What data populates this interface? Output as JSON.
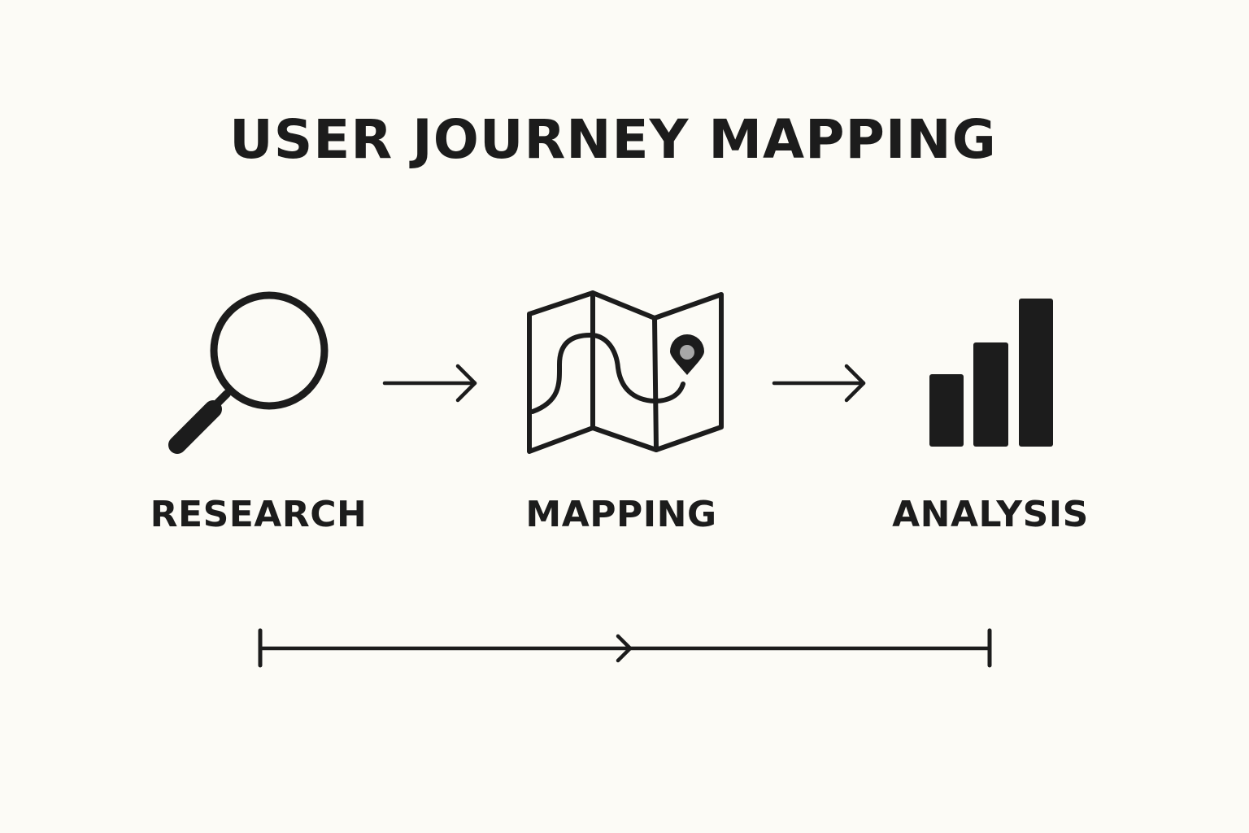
{
  "title": "USER JOURNEY MAPPING",
  "steps": [
    {
      "label": "RESEARCH",
      "icon": "magnifying-glass-icon"
    },
    {
      "label": "MAPPING",
      "icon": "folded-map-icon"
    },
    {
      "label": "ANALYSIS",
      "icon": "bar-chart-icon"
    }
  ],
  "connectors": [
    {
      "from": "RESEARCH",
      "to": "MAPPING",
      "icon": "arrow-right-icon"
    },
    {
      "from": "MAPPING",
      "to": "ANALYSIS",
      "icon": "arrow-right-icon"
    }
  ],
  "timeline": {
    "icon": "timeline-arrow-icon"
  },
  "colors": {
    "background": "#fcfbf6",
    "ink": "#1c1c1c",
    "pin_center": "#a8a8a8"
  }
}
